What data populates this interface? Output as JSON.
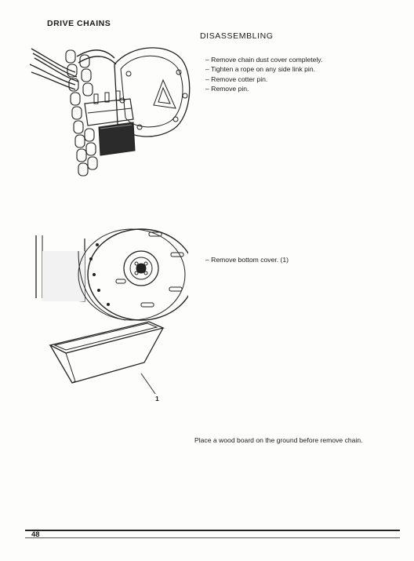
{
  "header": {
    "section_title": "DRIVE CHAINS",
    "procedure_title": "DISASSEMBLING"
  },
  "steps": [
    "– Remove chain dust cover completely.",
    "– Tighten a rope on any side link pin.",
    "– Remove cotter pin.",
    "– Remove pin."
  ],
  "figure2": {
    "instruction": "– Remove bottom cover. (1)",
    "callout_label": "1"
  },
  "note": {
    "text": "Place a wood board on the ground before remove chain."
  },
  "footer": {
    "page_number": "48"
  }
}
